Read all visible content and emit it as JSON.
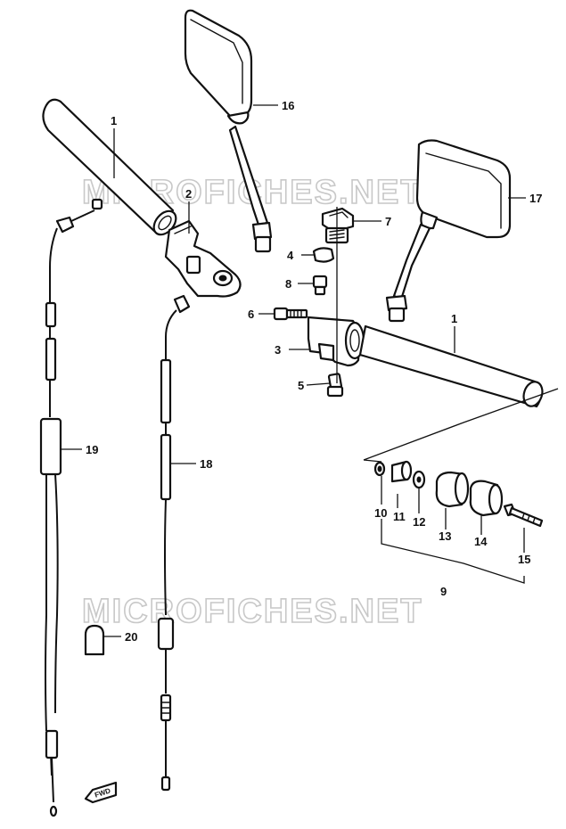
{
  "watermarks": [
    "MICROFICHES.NET",
    "MICROFICHES.NET"
  ],
  "direction_badge": "FWD",
  "callouts": {
    "c1a": "1",
    "c1b": "1",
    "c2": "2",
    "c3": "3",
    "c4": "4",
    "c5": "5",
    "c6": "6",
    "c7": "7",
    "c8": "8",
    "c9": "9",
    "c10": "10",
    "c11": "11",
    "c12": "12",
    "c13": "13",
    "c14": "14",
    "c15": "15",
    "c16": "16",
    "c17": "17",
    "c18": "18",
    "c19": "19",
    "c20": "20"
  },
  "icons": {
    "mirror_left": "mirror-icon",
    "mirror_right": "mirror-icon",
    "handlebar": "handlebar-tube-icon",
    "cable": "control-cable-icon",
    "bolt": "bolt-icon"
  },
  "colors": {
    "ink": "#111111",
    "watermark": "#c8c8c8",
    "paper": "#ffffff"
  }
}
